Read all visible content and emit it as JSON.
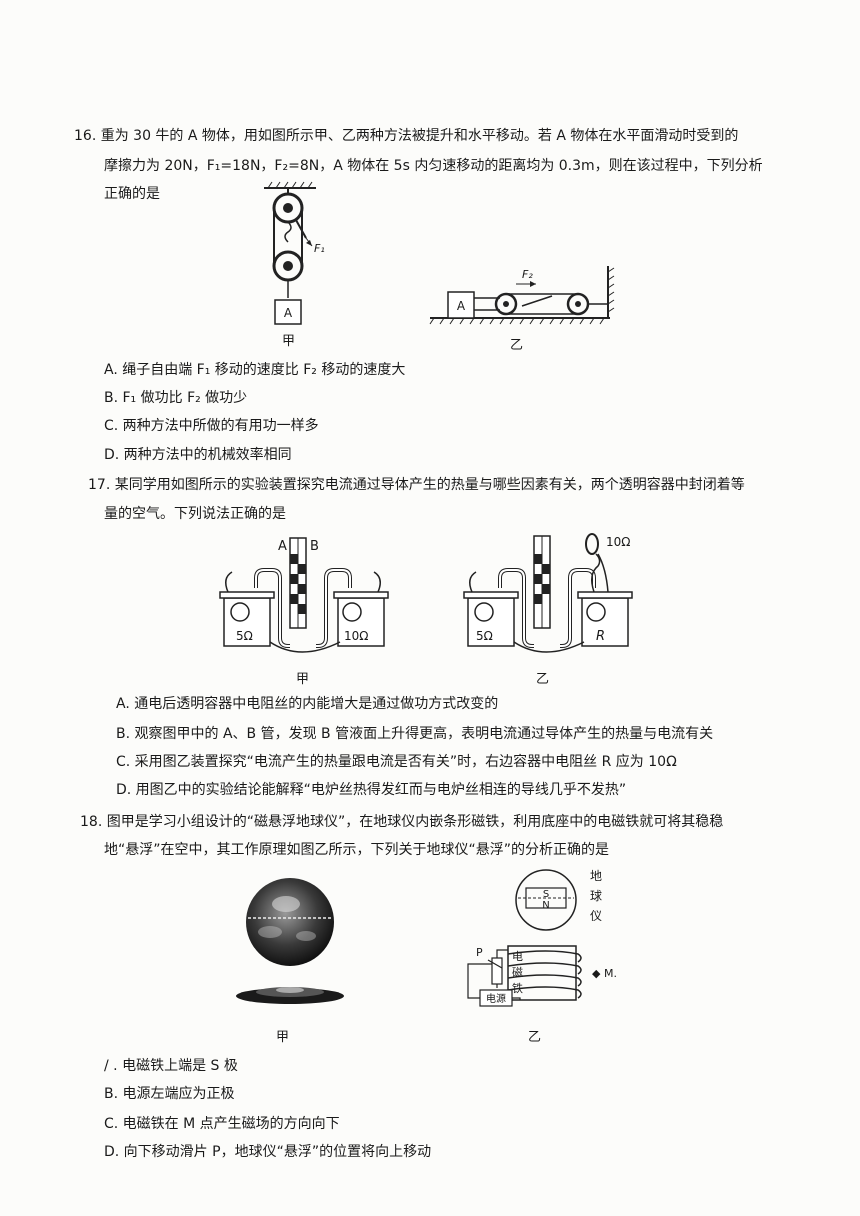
{
  "q16": {
    "line1": "16. 重为 30 牛的 A 物体，用如图所示甲、乙两种方法被提升和水平移动。若 A 物体在水平面滑动时受到的",
    "line2": "摩擦力为 20N，F₁=18N，F₂=8N，A 物体在 5s 内匀速移动的距离均为 0.3m，则在该过程中，下列分析",
    "line3": "正确的是",
    "fig_jia_label": "甲",
    "fig_yi_label": "乙",
    "fig_F1": "F₁",
    "fig_F2": "F₂",
    "fig_A": "A",
    "optA": "A. 绳子自由端 F₁ 移动的速度比 F₂ 移动的速度大",
    "optB": "B. F₁ 做功比 F₂ 做功少",
    "optC": "C. 两种方法中所做的有用功一样多",
    "optD": "D. 两种方法中的机械效率相同"
  },
  "q17": {
    "line1": "17. 某同学用如图所示的实验装置探究电流通过导体产生的热量与哪些因素有关，两个透明容器中封闭着等",
    "line2": "量的空气。下列说法正确的是",
    "fig_A": "A",
    "fig_B": "B",
    "fig_5ohm": "5Ω",
    "fig_10ohm": "10Ω",
    "fig_R": "R",
    "fig_jia_label": "甲",
    "fig_yi_label": "乙",
    "optA": "A. 通电后透明容器中电阻丝的内能增大是通过做功方式改变的",
    "optB": "B. 观察图甲中的 A、B 管，发现 B 管液面上升得更高，表明电流通过导体产生的热量与电流有关",
    "optC": "C. 采用图乙装置探究“电流产生的热量跟电流是否有关”时，右边容器中电阻丝 R 应为 10Ω",
    "optD": "D. 用图乙中的实验结论能解释“电炉丝热得发红而与电炉丝相连的导线几乎不发热”"
  },
  "q18": {
    "line1": "18.  图甲是学习小组设计的“磁悬浮地球仪”，在地球仪内嵌条形磁铁，利用底座中的电磁铁就可将其稳稳",
    "line2": "地“悬浮”在空中，其工作原理如图乙所示，下列关于地球仪“悬浮”的分析正确的是",
    "fig_S": "S",
    "fig_N": "N",
    "fig_globe1": "地",
    "fig_globe2": "球",
    "fig_globe3": "仪",
    "fig_P": "P",
    "fig_em1": "电",
    "fig_em2": "磁",
    "fig_em3": "铁",
    "fig_power": "电源",
    "fig_M": "◆ M.",
    "fig_jia_label": "甲",
    "fig_yi_label": "乙",
    "optA": "/ . 电磁铁上端是 S 极",
    "optB": "B. 电源左端应为正极",
    "optC": "C. 电磁铁在 M 点产生磁场的方向向下",
    "optD": "D. 向下移动滑片 P，地球仪“悬浮”的位置将向上移动"
  }
}
